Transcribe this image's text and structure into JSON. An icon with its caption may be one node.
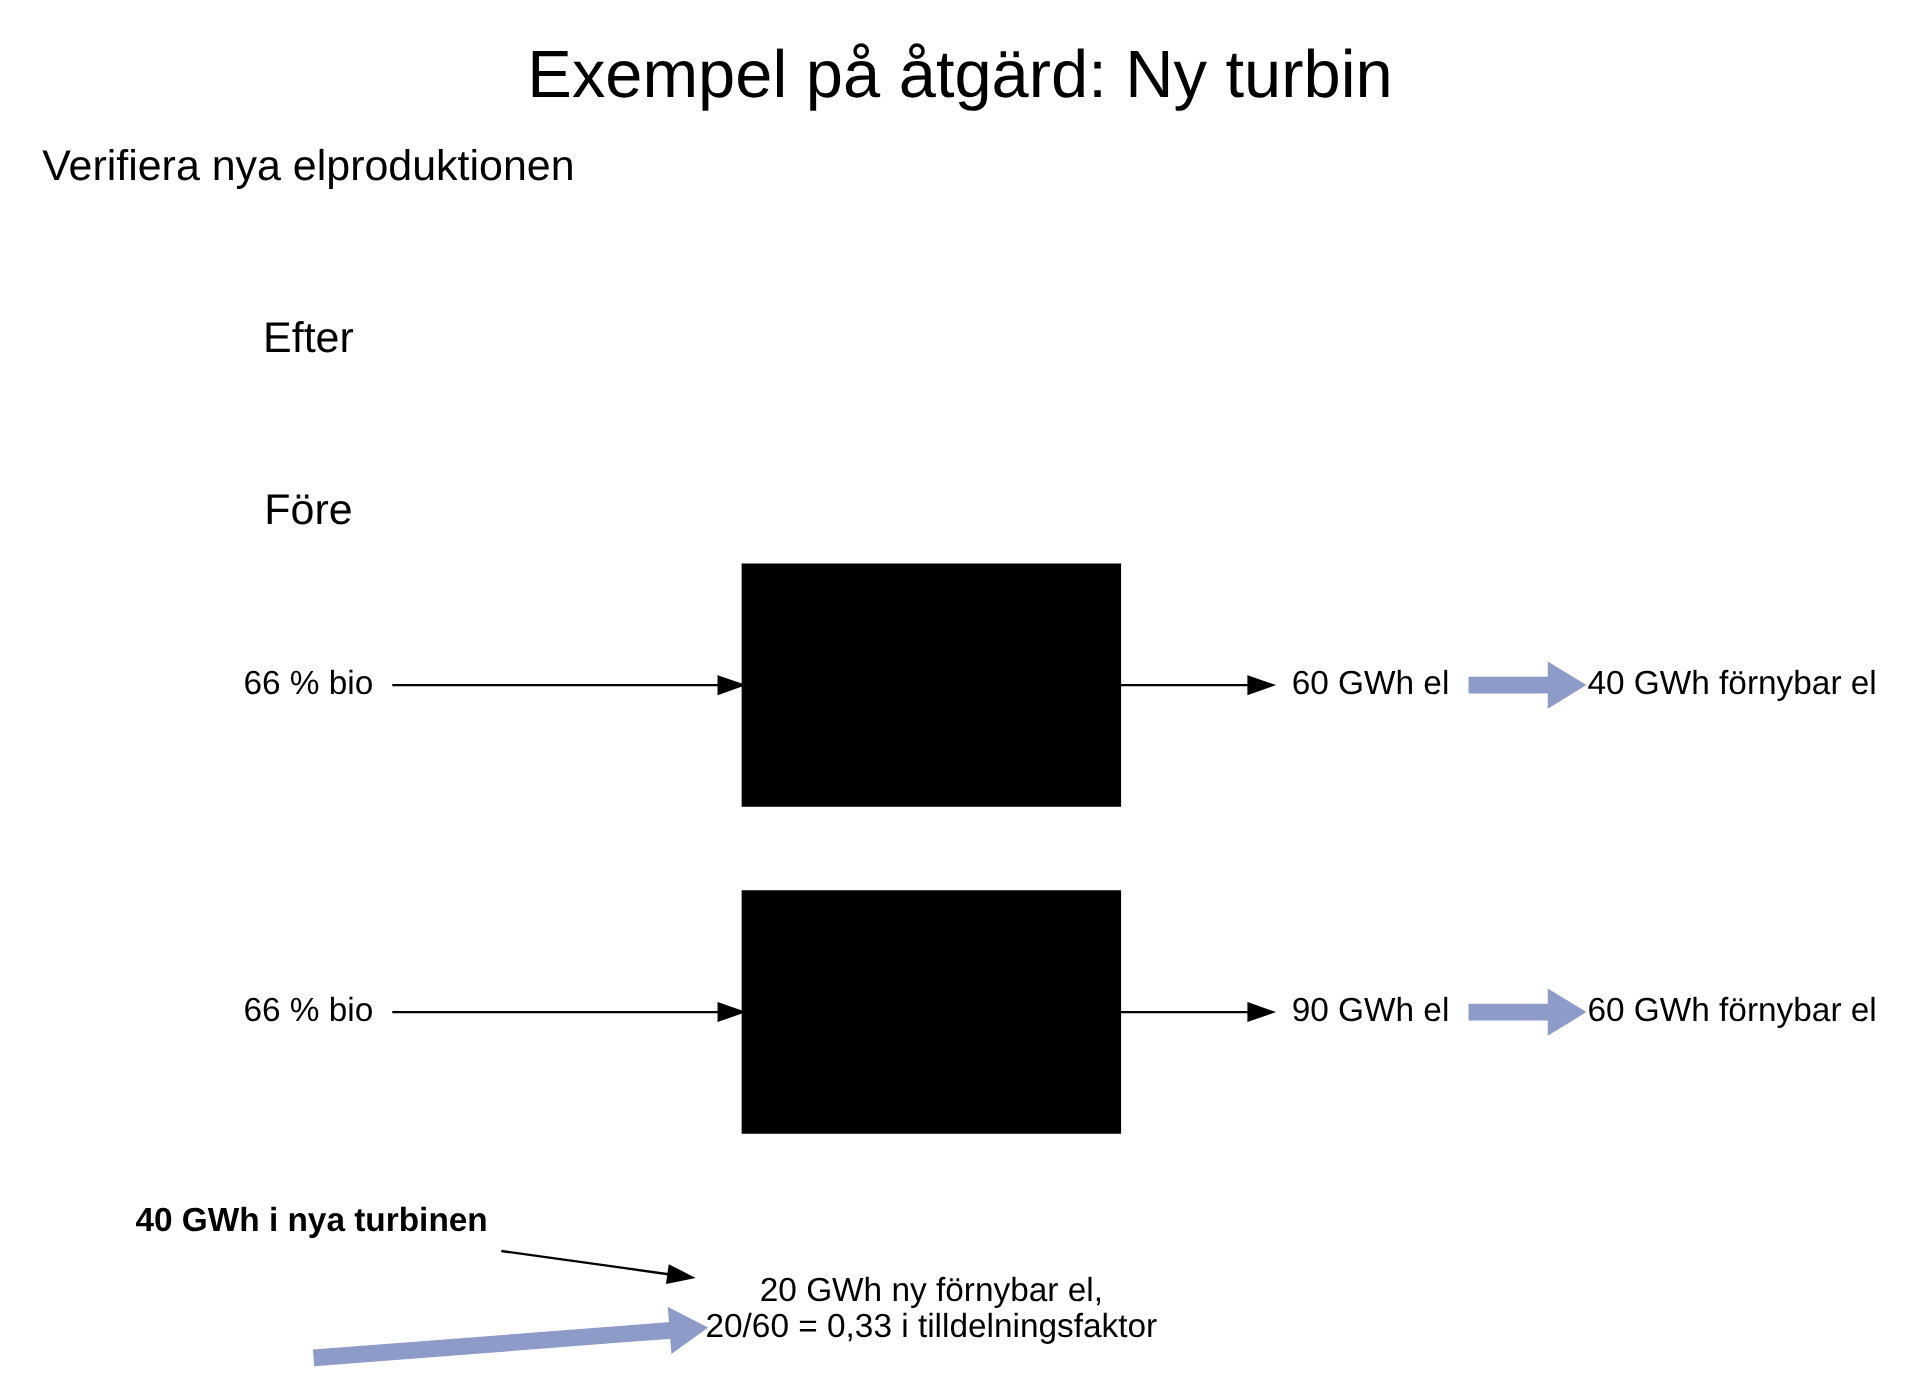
{
  "diagram": {
    "title": "Exempel på åtgärd: Ny turbin",
    "nodes": [
      {
        "text": [
          "66 % bio"
        ]
      },
      {
        "text": [],
        "shape": "box"
      },
      {
        "text": [
          "60 GWh el"
        ]
      },
      {
        "text": [
          "40 GWh förnybar el"
        ]
      },
      {
        "text": [
          "66 % bio"
        ]
      },
      {
        "text": [],
        "shape": "box"
      },
      {
        "text": [
          "90 GWh el"
        ]
      },
      {
        "text": [
          "60 GWh förnybar el"
        ]
      },
      {
        "text": [
          "20 GWh ny förnybar el,",
          "20/60 = 0,33 i tilldelningsfaktor"
        ]
      },
      {
        "text": [
          "40 GWh i nya turbinen"
        ]
      }
    ],
    "edges": [
      {
        "from": 0,
        "to": 1,
        "arrow": "to"
      },
      {
        "from": 1,
        "to": 2,
        "arrow": "to"
      },
      {
        "from": 2,
        "to": 3,
        "arrow": "to",
        "style": "thick",
        "color": "#8e9ac8"
      },
      {
        "from": 4,
        "to": 5,
        "arrow": "to"
      },
      {
        "from": 5,
        "to": 6,
        "arrow": "to"
      },
      {
        "from": 6,
        "to": 7,
        "arrow": "to",
        "style": "thick",
        "color": "#8e9ac8"
      },
      {
        "from": null,
        "to": 8,
        "arrow": "to",
        "style": "thick",
        "color": "#8e9ac8"
      },
      {
        "from": 9,
        "to": 8,
        "arrow": "to"
      }
    ],
    "labels": [
      "Före",
      "Efter",
      "Verifiera nya elproduktionen"
    ]
  }
}
